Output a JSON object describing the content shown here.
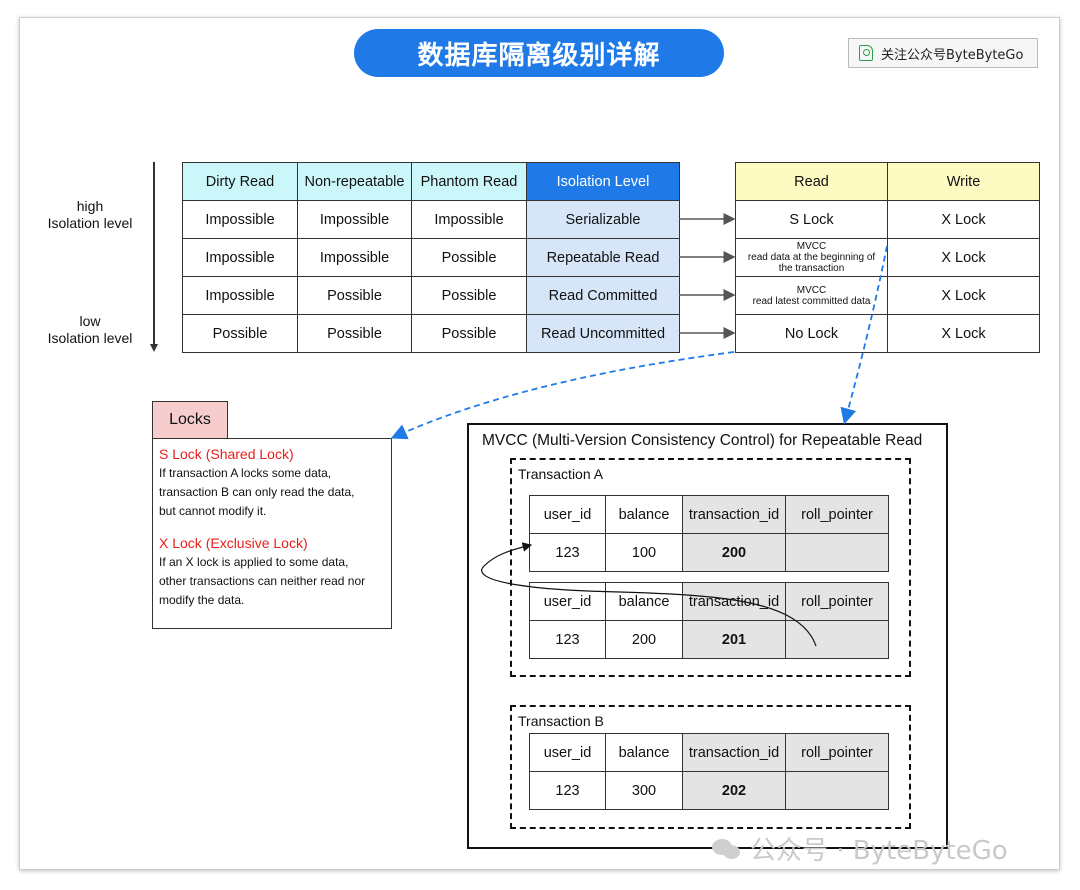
{
  "title": "数据库隔离级别详解",
  "badge": "关注公众号ByteByteGo",
  "scale": {
    "high": [
      "high",
      "Isolation level"
    ],
    "low": [
      "low",
      "Isolation level"
    ]
  },
  "isolation_table": {
    "headers": [
      "Dirty Read",
      "Non-repeatable",
      "Phantom Read",
      "Isolation Level"
    ],
    "rows": [
      [
        "Impossible",
        "Impossible",
        "Impossible",
        "Serializable"
      ],
      [
        "Impossible",
        "Impossible",
        "Possible",
        "Repeatable Read"
      ],
      [
        "Impossible",
        "Possible",
        "Possible",
        "Read Committed"
      ],
      [
        "Possible",
        "Possible",
        "Possible",
        "Read Uncommitted"
      ]
    ]
  },
  "rw_table": {
    "headers": [
      "Read",
      "Write"
    ],
    "rows": [
      {
        "read": "S Lock",
        "write": "X Lock"
      },
      {
        "read_lines": [
          "MVCC",
          "read data at the beginning of",
          "the transaction"
        ],
        "write": "X Lock"
      },
      {
        "read_lines": [
          "MVCC",
          "read latest committed data"
        ],
        "write": "X Lock"
      },
      {
        "read": "No Lock",
        "write": "X Lock"
      }
    ]
  },
  "locks": {
    "tab": "Locks",
    "s_title": "S Lock (Shared Lock)",
    "s_lines": [
      "If transaction A locks some data,",
      "transaction B can only read the data,",
      "but cannot modify it."
    ],
    "x_title": "X Lock (Exclusive Lock)",
    "x_lines": [
      "If an X lock is applied to some data,",
      "other transactions can neither read nor",
      "modify the data."
    ]
  },
  "mvcc": {
    "title": "MVCC (Multi-Version Consistency Control) for Repeatable Read",
    "columns": [
      "user_id",
      "balance",
      "transaction_id",
      "roll_pointer"
    ],
    "transaction_a": {
      "label": "Transaction A",
      "record1": [
        "123",
        "100",
        "200",
        ""
      ],
      "record2": [
        "123",
        "200",
        "201",
        ""
      ]
    },
    "transaction_b": {
      "label": "Transaction B",
      "record": [
        "123",
        "300",
        "202",
        ""
      ]
    }
  },
  "watermark": "公众号 · ByteByteGo",
  "colors": {
    "accent": "#1f7ae8",
    "header_cyan": "#ccf7fa",
    "header_yellow": "#fdfbc2",
    "lock_red": "#e8201c",
    "locks_tab": "#f7cccc"
  }
}
